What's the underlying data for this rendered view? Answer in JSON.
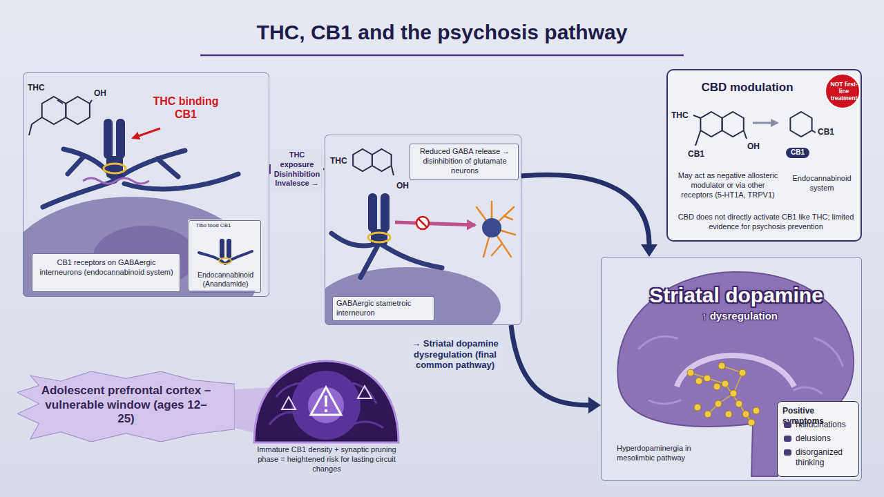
{
  "diagram": {
    "title": "THC, CB1 and the psychosis pathway",
    "nodes": [
      {
        "text": [
          "THC binding CB1"
        ]
      },
      {
        "text": [
          "CB1 receptors on GABAergic interneurons (endocannabinoid system)"
        ],
        "in": 0
      },
      {
        "text": [
          "Endocannabinoid (Anandamide)"
        ],
        "in": 0
      },
      {
        "text": [
          "GABAergic stametroic interneuron"
        ]
      },
      {
        "text": [
          "Reduced GABA release → disinhibition of glutamate neurons"
        ],
        "in": 3
      },
      {
        "text": [
          "CBD modulation",
          "May act as negative allosteric modulator or via other receptors (5-HT1A, TRPV1)",
          "Endocannabinoid system",
          "CBD does not directly activate CB1 like THC; limited evidence for psychosis prevention"
        ]
      },
      {
        "text": [
          "NOT first-line treatment"
        ],
        "in": 5
      },
      {
        "text": [
          "Striatal dopamine",
          "↑ dysregulation",
          "Hyperdopaminergia in mesolimbic pathway"
        ]
      },
      {
        "text": [
          "Positive symptoms",
          "hallucinations",
          "delusions",
          "disorganized thinking"
        ],
        "in": 7
      },
      {
        "text": [
          "Adolescent prefrontal cortex – vulnerable window (ages 12–25)"
        ]
      },
      {
        "text": [
          "Immature CB1 density + synaptic pruning phase = heightened risk for lasting circuit changes"
        ]
      }
    ],
    "edges": [
      {
        "from": 0,
        "to": 3,
        "arrow": "to",
        "label": "THC exposure Disinhibition Invalesce →"
      },
      {
        "from": 3,
        "to": 7,
        "arrow": "to"
      },
      {
        "from": 3,
        "to": 7,
        "arrow": "to",
        "label": "→ Striatal dopamine dysregulation (final common pathway)"
      }
    ],
    "labels": [
      "THC",
      "OH",
      "Tibo tood CB1",
      "THC",
      "OH",
      "THC",
      "CB1",
      "OH",
      "CB1",
      "CB1"
    ]
  }
}
